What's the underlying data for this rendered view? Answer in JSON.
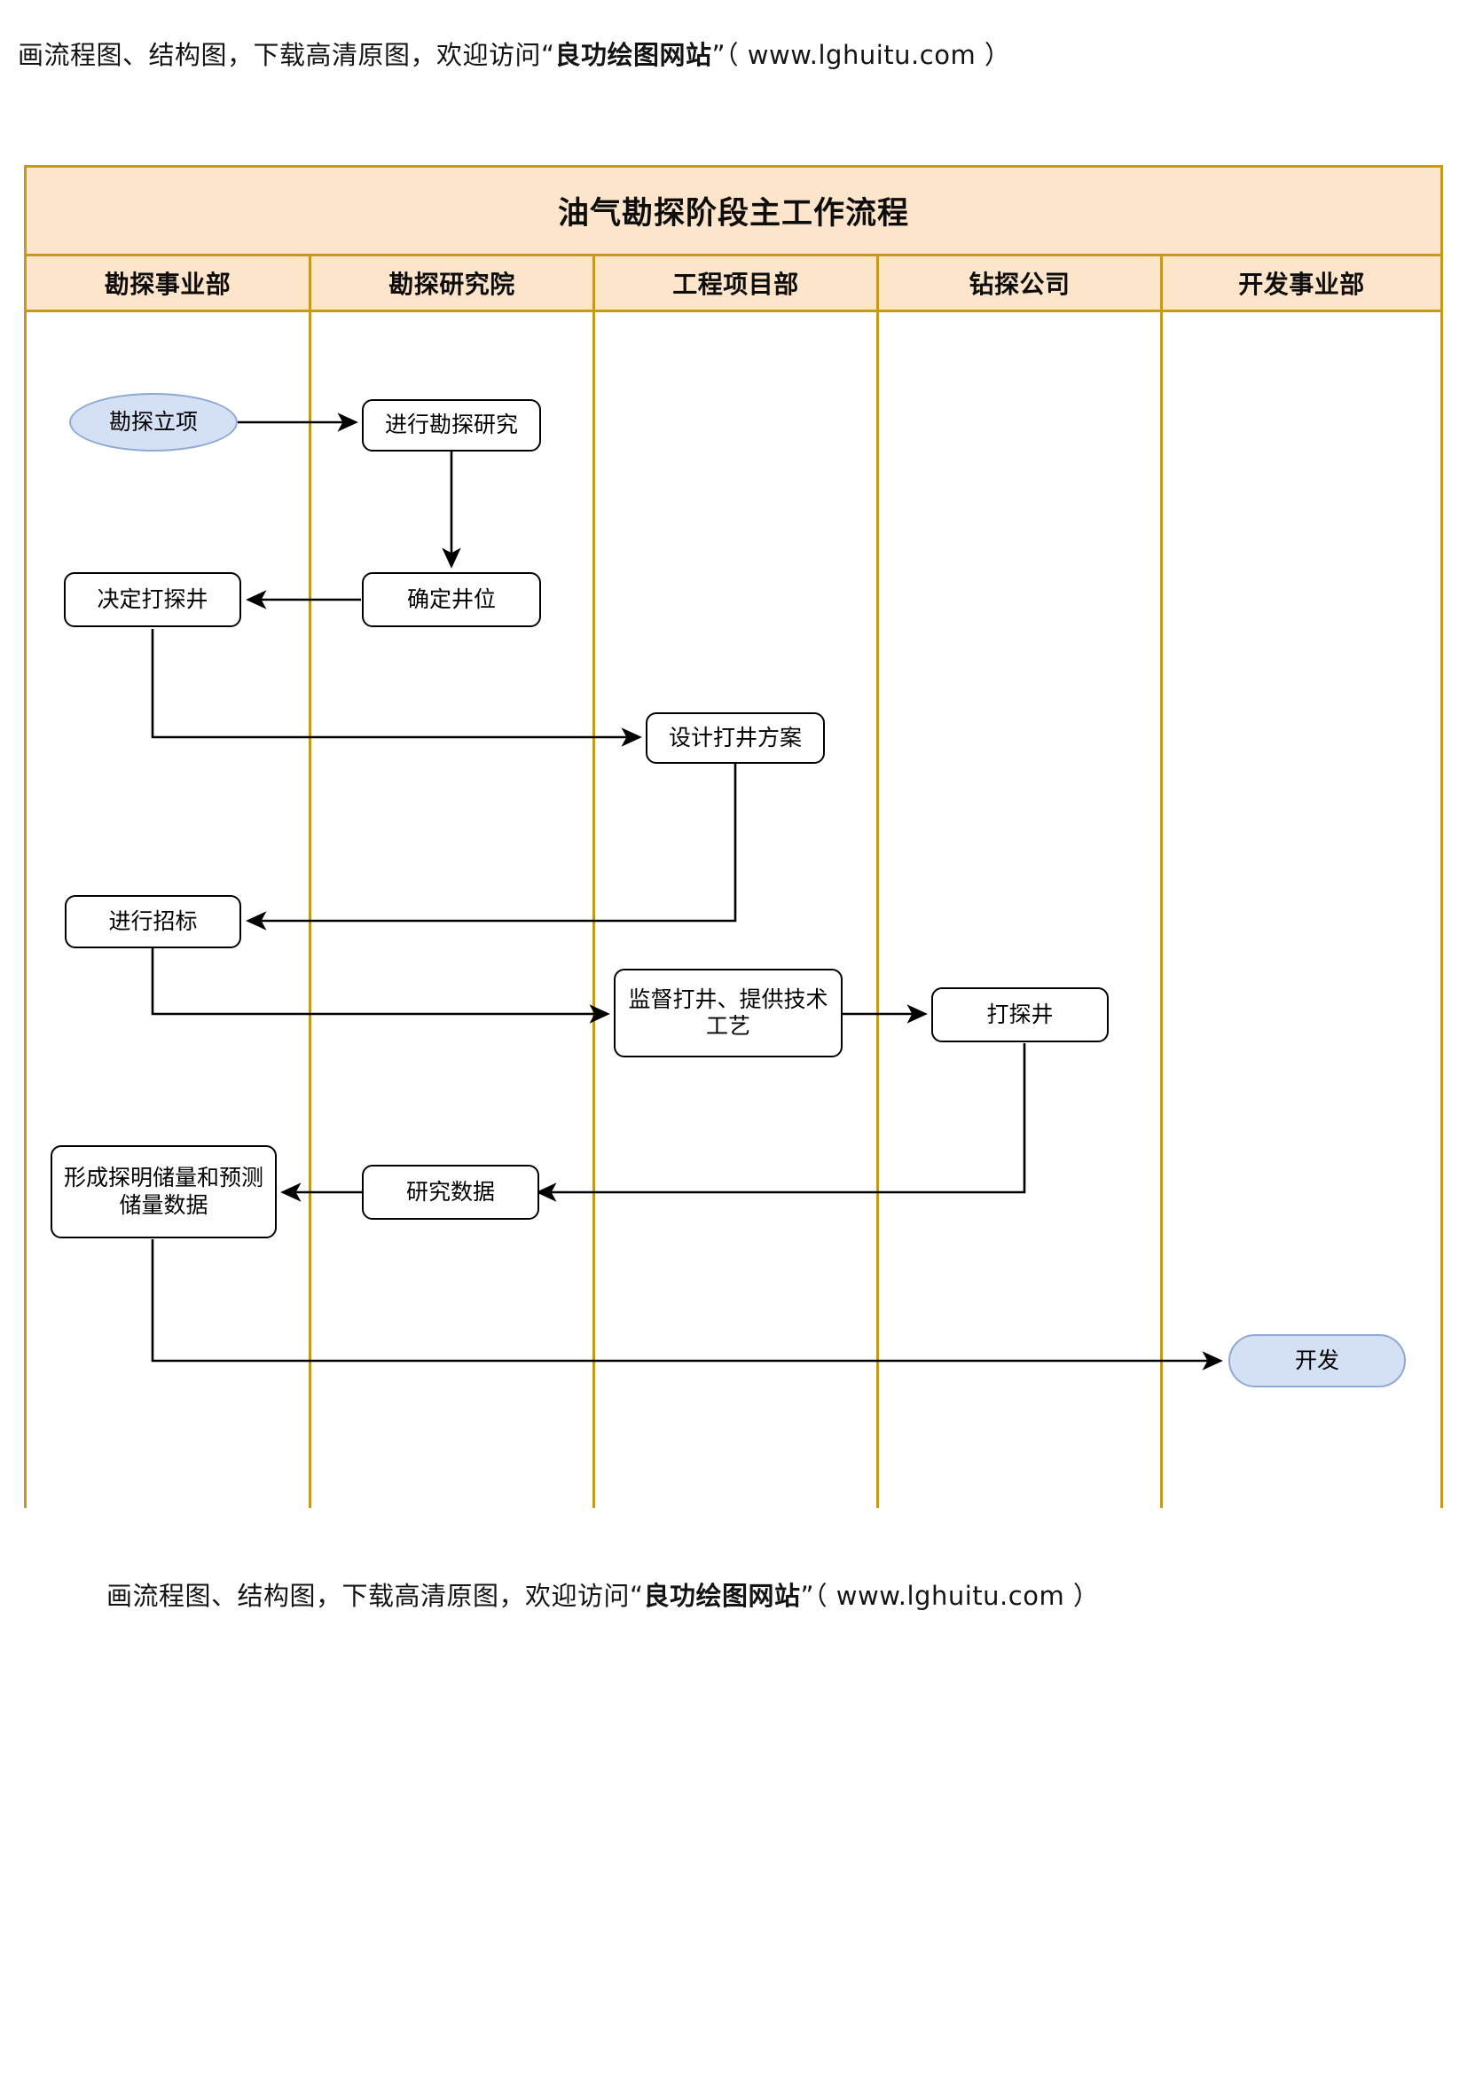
{
  "promo": {
    "top": {
      "prefix": "画流程图、结构图，下载高清原图，欢迎访问“",
      "brand": "良功绘图网站",
      "suffix": "”（ www.lghuitu.com ）"
    },
    "bottom": {
      "prefix": "画流程图、结构图，下载高清原图，欢迎访问“",
      "brand": "良功绘图网站",
      "suffix": "”（ www.lghuitu.com ）"
    }
  },
  "diagram": {
    "title": "油气勘探阶段主工作流程",
    "colors": {
      "lane_border": "#c9981b",
      "lane_header_fill": "#fde5cb",
      "node_fill": "#ffffff",
      "node_border": "#000000",
      "terminator_fill": "#d4e1f5",
      "terminator_border": "#8ea9d2",
      "connector": "#000000"
    },
    "lanes": [
      {
        "id": "lane-exploration-division",
        "label": "勘探事业部"
      },
      {
        "id": "lane-exploration-institute",
        "label": "勘探研究院"
      },
      {
        "id": "lane-engineering-project",
        "label": "工程项目部"
      },
      {
        "id": "lane-drilling-company",
        "label": "钻探公司"
      },
      {
        "id": "lane-development-division",
        "label": "开发事业部"
      }
    ],
    "nodes": [
      {
        "id": "node-project-initiation",
        "label": "勘探立项",
        "shape": "ellipse",
        "lane": 0
      },
      {
        "id": "node-conduct-research",
        "label": "进行勘探研究",
        "shape": "process",
        "lane": 1
      },
      {
        "id": "node-determine-well-site",
        "label": "确定井位",
        "shape": "process",
        "lane": 1
      },
      {
        "id": "node-decide-drill-well",
        "label": "决定打探井",
        "shape": "process",
        "lane": 0
      },
      {
        "id": "node-design-drill-plan",
        "label": "设计打井方案",
        "shape": "process",
        "lane": 2
      },
      {
        "id": "node-conduct-bidding",
        "label": "进行招标",
        "shape": "process",
        "lane": 0
      },
      {
        "id": "node-supervise-drilling",
        "label": "监督打井、提供技术工艺",
        "shape": "process",
        "lane": 2
      },
      {
        "id": "node-drill-well",
        "label": "打探井",
        "shape": "process",
        "lane": 3
      },
      {
        "id": "node-research-data",
        "label": "研究数据",
        "shape": "process",
        "lane": 1
      },
      {
        "id": "node-form-reserve-data",
        "label": "形成探明储量和预测储量数据",
        "shape": "process",
        "lane": 0
      },
      {
        "id": "node-development",
        "label": "开发",
        "shape": "stadium",
        "lane": 4
      }
    ],
    "edges": [
      {
        "id": "edge-initiation-to-research",
        "from": "node-project-initiation",
        "to": "node-conduct-research"
      },
      {
        "id": "edge-research-to-wellsite",
        "from": "node-conduct-research",
        "to": "node-determine-well-site"
      },
      {
        "id": "edge-wellsite-to-decide",
        "from": "node-determine-well-site",
        "to": "node-decide-drill-well"
      },
      {
        "id": "edge-decide-to-design",
        "from": "node-decide-drill-well",
        "to": "node-design-drill-plan"
      },
      {
        "id": "edge-design-to-bidding",
        "from": "node-design-drill-plan",
        "to": "node-conduct-bidding"
      },
      {
        "id": "edge-bidding-to-supervise",
        "from": "node-conduct-bidding",
        "to": "node-supervise-drilling"
      },
      {
        "id": "edge-supervise-to-drill",
        "from": "node-supervise-drilling",
        "to": "node-drill-well"
      },
      {
        "id": "edge-drill-to-researchdata",
        "from": "node-drill-well",
        "to": "node-research-data"
      },
      {
        "id": "edge-researchdata-to-reserves",
        "from": "node-research-data",
        "to": "node-form-reserve-data"
      },
      {
        "id": "edge-reserves-to-development",
        "from": "node-form-reserve-data",
        "to": "node-development"
      }
    ]
  }
}
